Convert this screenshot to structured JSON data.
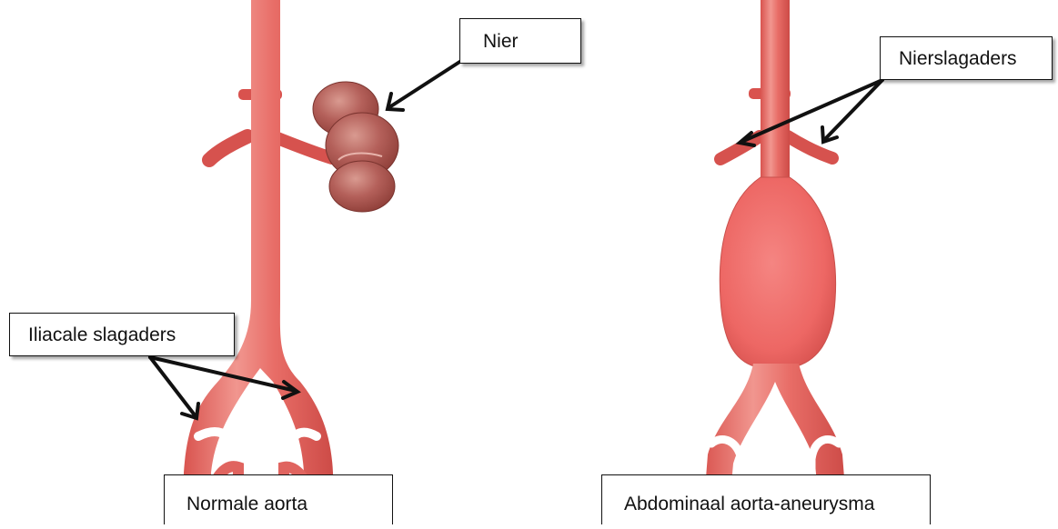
{
  "labels": {
    "kidney": "Nier",
    "renal_arteries": "Nierslagaders",
    "iliac_arteries": "Iliacale slagaders"
  },
  "captions": {
    "normal": "Normale aorta",
    "aneurysm": "Abdominaal aorta-aneurysma"
  },
  "colors": {
    "artery": "#e0645f",
    "artery_highlight": "#f3a6a0",
    "artery_dark": "#c44a46",
    "kidney": "#b05a52",
    "kidney_highlight": "#d8988e",
    "aneurysm": "#ec6a68",
    "arrow": "#111111"
  }
}
